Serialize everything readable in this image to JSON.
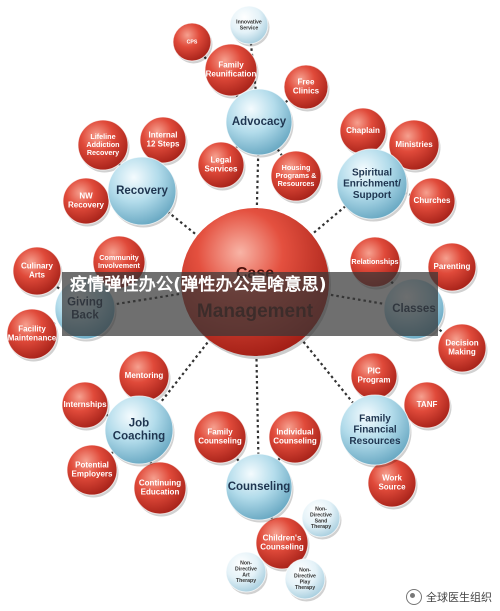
{
  "colors": {
    "red_node": "#d8372b",
    "blue_node": "#9fd0e3",
    "center_node": "#d8372b",
    "connector": "#333333"
  },
  "center": {
    "label_line1": "Case",
    "label_line2": "Management"
  },
  "hubs": [
    {
      "id": "advocacy",
      "label": [
        "Advocacy"
      ]
    },
    {
      "id": "recovery",
      "label": [
        "Recovery"
      ]
    },
    {
      "id": "spiritual",
      "label": [
        "Spiritual",
        "Enrichment/",
        "Support"
      ]
    },
    {
      "id": "giving-back",
      "label": [
        "Giving",
        "Back"
      ]
    },
    {
      "id": "classes",
      "label": [
        "Classes"
      ]
    },
    {
      "id": "job-coaching",
      "label": [
        "Job",
        "Coaching"
      ]
    },
    {
      "id": "family-financial",
      "label": [
        "Family",
        "Financial",
        "Resources"
      ]
    },
    {
      "id": "counseling",
      "label": [
        "Counseling"
      ]
    }
  ],
  "leaves": [
    {
      "id": "cps",
      "label": [
        "CPS"
      ]
    },
    {
      "id": "innovative-service",
      "label": [
        "Innovative",
        "Service"
      ]
    },
    {
      "id": "family-reunification",
      "label": [
        "Family",
        "Reunification"
      ]
    },
    {
      "id": "free-clinics",
      "label": [
        "Free",
        "Clinics"
      ]
    },
    {
      "id": "legal-services",
      "label": [
        "Legal",
        "Services"
      ]
    },
    {
      "id": "housing-programs",
      "label": [
        "Housing",
        "Programs &",
        "Resources"
      ]
    },
    {
      "id": "lifeline-addiction",
      "label": [
        "Lifeline",
        "Addiction",
        "Recovery"
      ]
    },
    {
      "id": "internal-12-steps",
      "label": [
        "Internal",
        "12 Steps"
      ]
    },
    {
      "id": "nw-recovery",
      "label": [
        "NW",
        "Recovery"
      ]
    },
    {
      "id": "chaplain",
      "label": [
        "Chaplain"
      ]
    },
    {
      "id": "ministries",
      "label": [
        "Ministries"
      ]
    },
    {
      "id": "churches",
      "label": [
        "Churches"
      ]
    },
    {
      "id": "culinary-arts",
      "label": [
        "Culinary",
        "Arts"
      ]
    },
    {
      "id": "community-involvement",
      "label": [
        "Community",
        "Involvement"
      ]
    },
    {
      "id": "facility-maintenance",
      "label": [
        "Facility",
        "Maintenance"
      ]
    },
    {
      "id": "relationships",
      "label": [
        "Relationships"
      ]
    },
    {
      "id": "parenting",
      "label": [
        "Parenting"
      ]
    },
    {
      "id": "decision-making",
      "label": [
        "Decision",
        "Making"
      ]
    },
    {
      "id": "mentoring",
      "label": [
        "Mentoring"
      ]
    },
    {
      "id": "internships",
      "label": [
        "Internships"
      ]
    },
    {
      "id": "potential-employers",
      "label": [
        "Potential",
        "Employers"
      ]
    },
    {
      "id": "continuing-education",
      "label": [
        "Continuing",
        "Education"
      ]
    },
    {
      "id": "pic-program",
      "label": [
        "PIC",
        "Program"
      ]
    },
    {
      "id": "tanf",
      "label": [
        "TANF"
      ]
    },
    {
      "id": "work-source",
      "label": [
        "Work",
        "Source"
      ]
    },
    {
      "id": "family-counseling",
      "label": [
        "Family",
        "Counseling"
      ]
    },
    {
      "id": "individual-counseling",
      "label": [
        "Individual",
        "Counseling"
      ]
    },
    {
      "id": "childrens-counseling",
      "label": [
        "Children's",
        "Counseling"
      ]
    },
    {
      "id": "non-directive-sand",
      "label": [
        "Non-",
        "Directive",
        "Sand",
        "Therapy"
      ]
    },
    {
      "id": "non-directive-art",
      "label": [
        "Non-",
        "Directive",
        "Art",
        "Therapy"
      ]
    },
    {
      "id": "non-directive-play",
      "label": [
        "Non-",
        "Directive",
        "Play",
        "Therapy"
      ]
    }
  ],
  "overlay": {
    "title": "疫情弹性办公(弹性办公是啥意思)"
  },
  "watermark": {
    "text": "全球医生组织"
  }
}
